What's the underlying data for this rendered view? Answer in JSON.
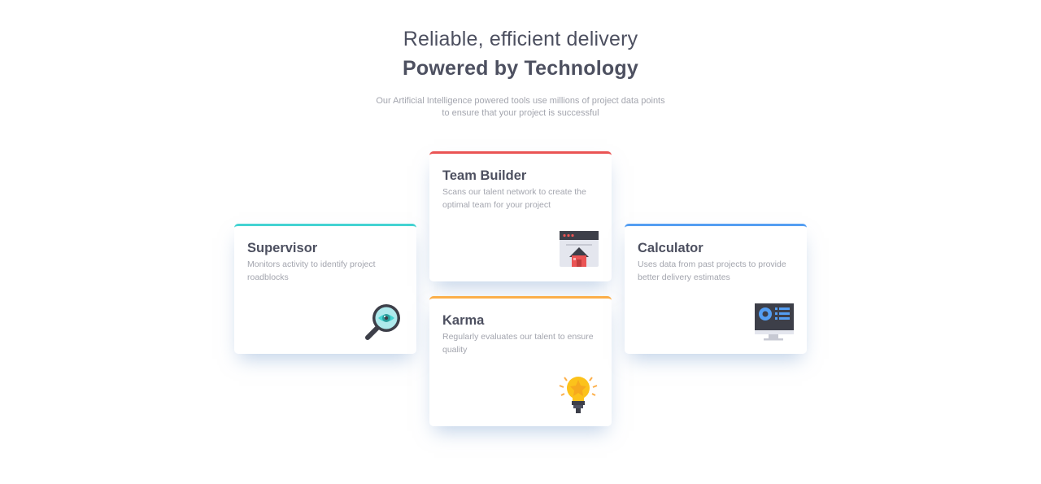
{
  "header": {
    "subtitle": "Reliable, efficient delivery",
    "title": "Powered by Technology",
    "description_line1": "Our Artificial Intelligence powered tools use millions of project data points",
    "description_line2": "to ensure that your project is successful"
  },
  "cards": [
    {
      "id": "supervisor",
      "title": "Supervisor",
      "text": "Monitors activity to identify project roadblocks",
      "accent": "#44d3d2",
      "icon": "magnifier-eye-icon"
    },
    {
      "id": "team-builder",
      "title": "Team Builder",
      "text": "Scans our talent network to create the optimal team for your project",
      "accent": "#ea5454",
      "icon": "browser-window-icon"
    },
    {
      "id": "karma",
      "title": "Karma",
      "text": "Regularly evaluates our talent to ensure quality",
      "accent": "#fcaf4a",
      "icon": "lightbulb-icon"
    },
    {
      "id": "calculator",
      "title": "Calculator",
      "text": "Uses data from past projects to provide better delivery estimates",
      "accent": "#549ef2",
      "icon": "monitor-chart-icon"
    }
  ],
  "colors": {
    "heading": "#4d5060",
    "muted": "#a3a5ae",
    "cyan": "#44d3d2",
    "red": "#ea5454",
    "orange": "#fcaf4a",
    "blue": "#549ef2"
  }
}
